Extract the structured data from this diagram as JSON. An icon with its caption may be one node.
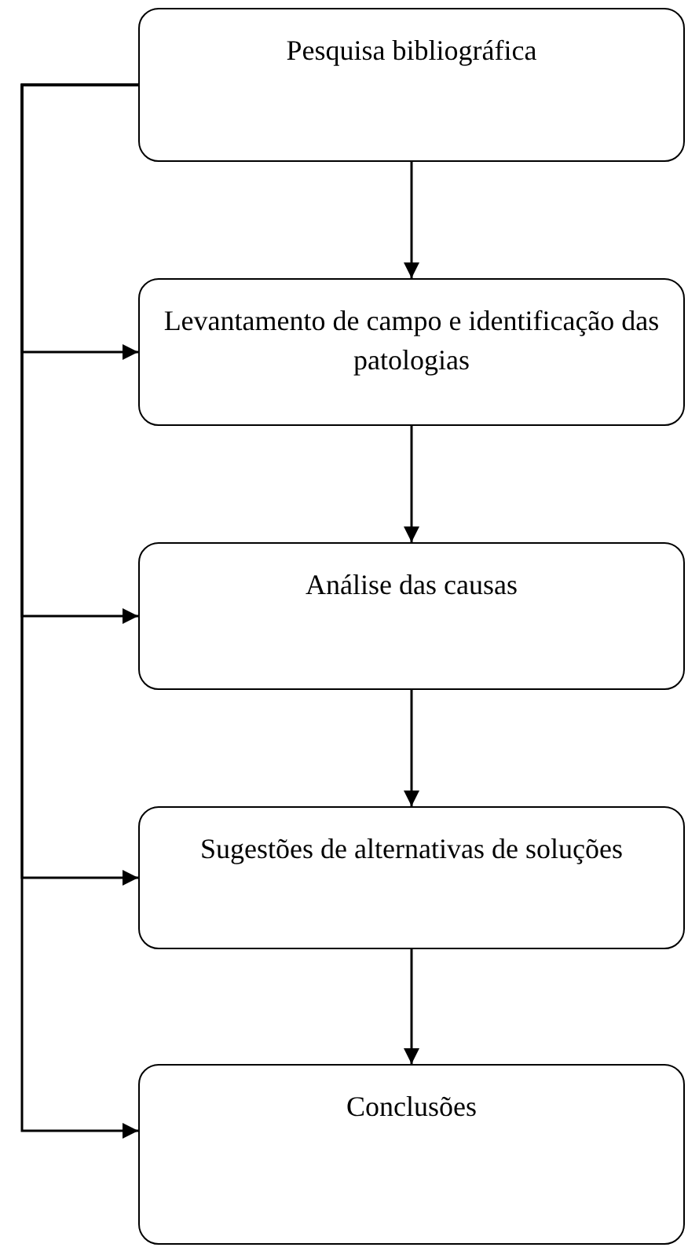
{
  "diagram": {
    "nodes": [
      {
        "text": [
          "Pesquisa bibliográfica"
        ]
      },
      {
        "text": [
          "Levantamento de campo e identificação das patologias"
        ]
      },
      {
        "text": [
          "Análise das causas"
        ]
      },
      {
        "text": [
          "Sugestões de alternativas de soluções"
        ]
      },
      {
        "text": [
          "Conclusões"
        ]
      }
    ],
    "edges": [
      {
        "from": 0,
        "to": 1,
        "arrow": "to"
      },
      {
        "from": 1,
        "to": 2,
        "arrow": "to"
      },
      {
        "from": 2,
        "to": 3,
        "arrow": "to"
      },
      {
        "from": 3,
        "to": 4,
        "arrow": "to"
      },
      {
        "from": 0,
        "to": 1,
        "arrow": "to"
      },
      {
        "from": 0,
        "to": 2,
        "arrow": "to"
      },
      {
        "from": 0,
        "to": 3,
        "arrow": "to"
      },
      {
        "from": 0,
        "to": 4,
        "arrow": "to"
      }
    ]
  }
}
